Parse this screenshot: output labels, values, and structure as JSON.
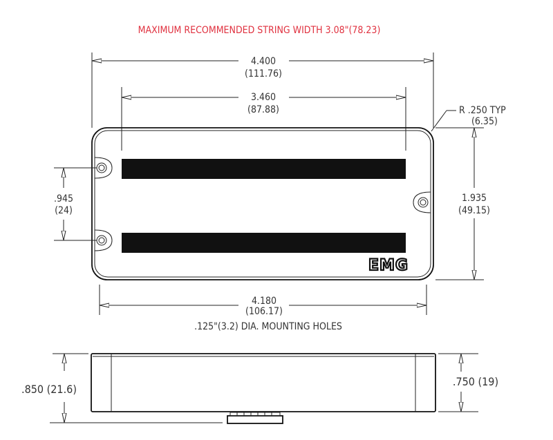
{
  "title": "MAXIMUM RECOMMENDED STRING WIDTH 3.08\"(78.23)",
  "logo": "EMG",
  "colors": {
    "title": "#e0313f",
    "line": "#222222",
    "bar": "#111111"
  },
  "dims": {
    "overall_length": {
      "in": "4.400",
      "mm": "(111.76)"
    },
    "bar_length": {
      "in": "3.460",
      "mm": "(87.88)"
    },
    "radius": {
      "in": "R .250 TYP",
      "mm": "(6.35)"
    },
    "hole_spacing": {
      "in": ".945",
      "mm": "(24)"
    },
    "width": {
      "in": "1.935",
      "mm": "(49.15)"
    },
    "hole_span": {
      "in": "4.180",
      "mm": "(106.17)"
    },
    "holes_note": ".125\"(3.2) DIA. MOUNTING HOLES",
    "total_height": ".850 (21.6)",
    "body_height": ".750 (19)"
  }
}
